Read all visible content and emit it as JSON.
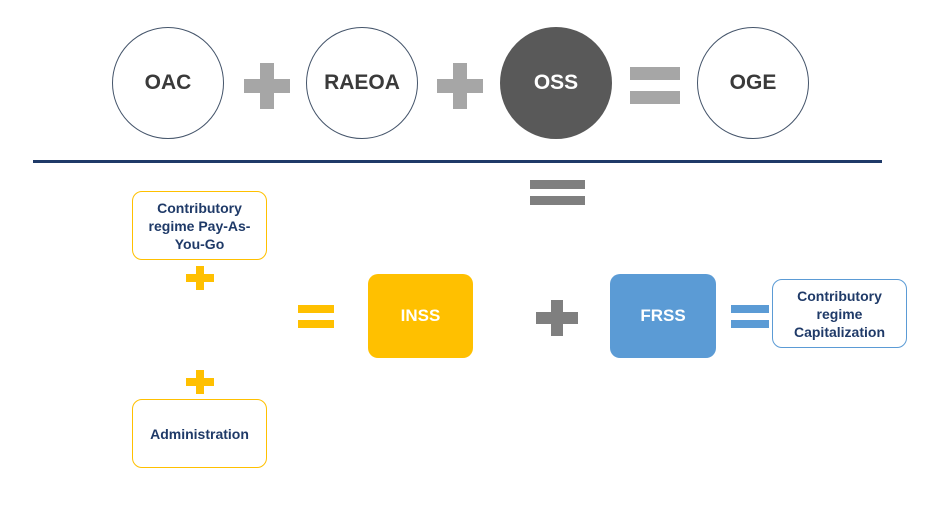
{
  "top_row": {
    "circles": [
      "OAC",
      "RAEOA",
      "OSS",
      "OGE"
    ]
  },
  "bottom": {
    "pay_as_you_go": "Contributory regime Pay-As-You-Go",
    "administration": "Administration",
    "inss": "INSS",
    "frss": "FRSS",
    "capitalization": "Contributory regime Capitalization"
  },
  "colors": {
    "navy": "#1f3a68",
    "dark_circle": "#595959",
    "gray_operator": "#a6a6a6",
    "dark_gray_operator": "#7f7f7f",
    "yellow": "#ffc000",
    "blue": "#5b9bd5"
  },
  "icons": [
    "plus-icon",
    "equals-icon"
  ]
}
